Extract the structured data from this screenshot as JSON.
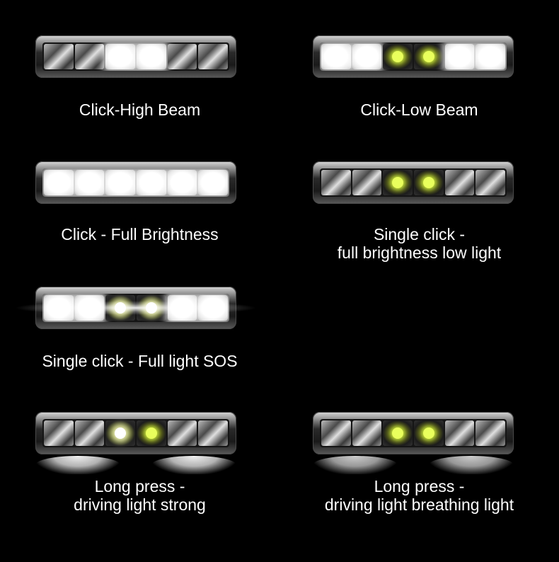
{
  "modes": [
    {
      "id": "high-beam",
      "label_lines": [
        "Click-High Beam"
      ]
    },
    {
      "id": "low-beam",
      "label_lines": [
        "Click-Low Beam"
      ]
    },
    {
      "id": "full-brightness",
      "label_lines": [
        "Click - Full Brightness"
      ]
    },
    {
      "id": "low-light",
      "label_lines": [
        "Single click -",
        "full brightness low light"
      ]
    },
    {
      "id": "sos",
      "label_lines": [
        "Single click - Full light SOS"
      ]
    },
    {
      "id": "driving-strong",
      "label_lines": [
        "Long press -",
        "driving light strong"
      ]
    },
    {
      "id": "driving-breathing",
      "label_lines": [
        "Long press -",
        "driving light breathing light"
      ]
    }
  ]
}
